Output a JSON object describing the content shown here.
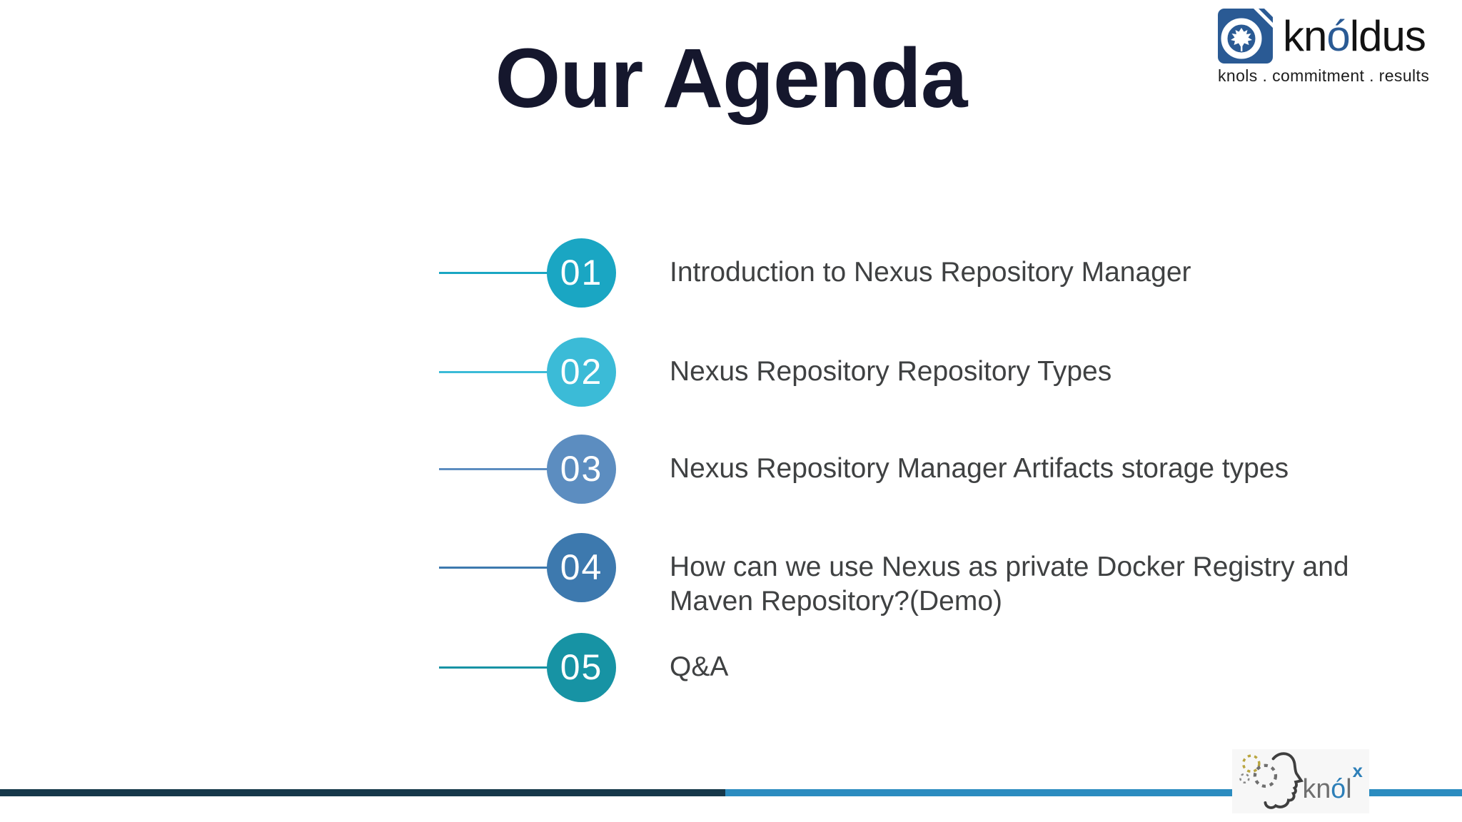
{
  "slide": {
    "title": "Our Agenda"
  },
  "brand": {
    "wordmark_kn": "kn",
    "wordmark_accent": "ó",
    "wordmark_rest": "ldus",
    "tagline": "knols . commitment . results",
    "logo_blue": "#2a5a94"
  },
  "agenda": {
    "text_color": "#3f4142",
    "items": [
      {
        "number": "01",
        "label": "Introduction to Nexus Repository Manager",
        "color": "#1aa6c3"
      },
      {
        "number": "02",
        "label": "Nexus Repository Repository Types",
        "color": "#3bbbd7"
      },
      {
        "number": "03",
        "label": "Nexus Repository Manager Artifacts storage types",
        "color": "#5c8dc0"
      },
      {
        "number": "04",
        "label": "How can we use Nexus as private Docker Registry and Maven Repository?(Demo)",
        "color": "#3d79ae"
      },
      {
        "number": "05",
        "label": "Q&A",
        "color": "#1793a4"
      }
    ]
  },
  "footer": {
    "bar_dark_color": "#16384a",
    "bar_blue_color": "#2b8cc0",
    "knolx": {
      "kn": "kn",
      "accent": "ó",
      "l": "l",
      "sup": "x",
      "accent_color": "#2d7fb8",
      "text_color": "#6f6f6f"
    }
  }
}
